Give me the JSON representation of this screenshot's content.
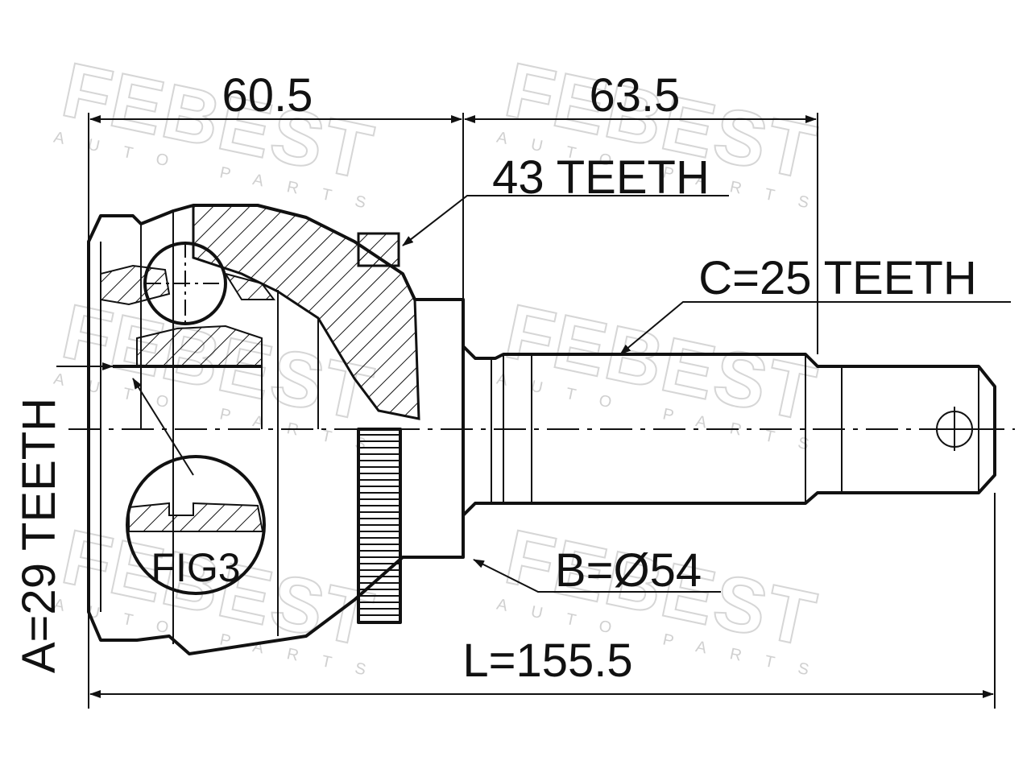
{
  "dimensions": {
    "top_left": "60.5",
    "top_right": "63.5",
    "overall_length": "L=155.5"
  },
  "callouts": {
    "abs_ring": "43 TEETH",
    "shaft_spline": "C=25 TEETH",
    "seal_diameter": "B=Ø54",
    "inner_spline": "A=29 TEETH",
    "detail_figure": "FIG3"
  },
  "watermark": {
    "brand": "FEBEST",
    "subtitle": "AUTO PARTS"
  },
  "colors": {
    "line": "#111111",
    "watermark": "#d6d6d6",
    "background": "#ffffff"
  }
}
